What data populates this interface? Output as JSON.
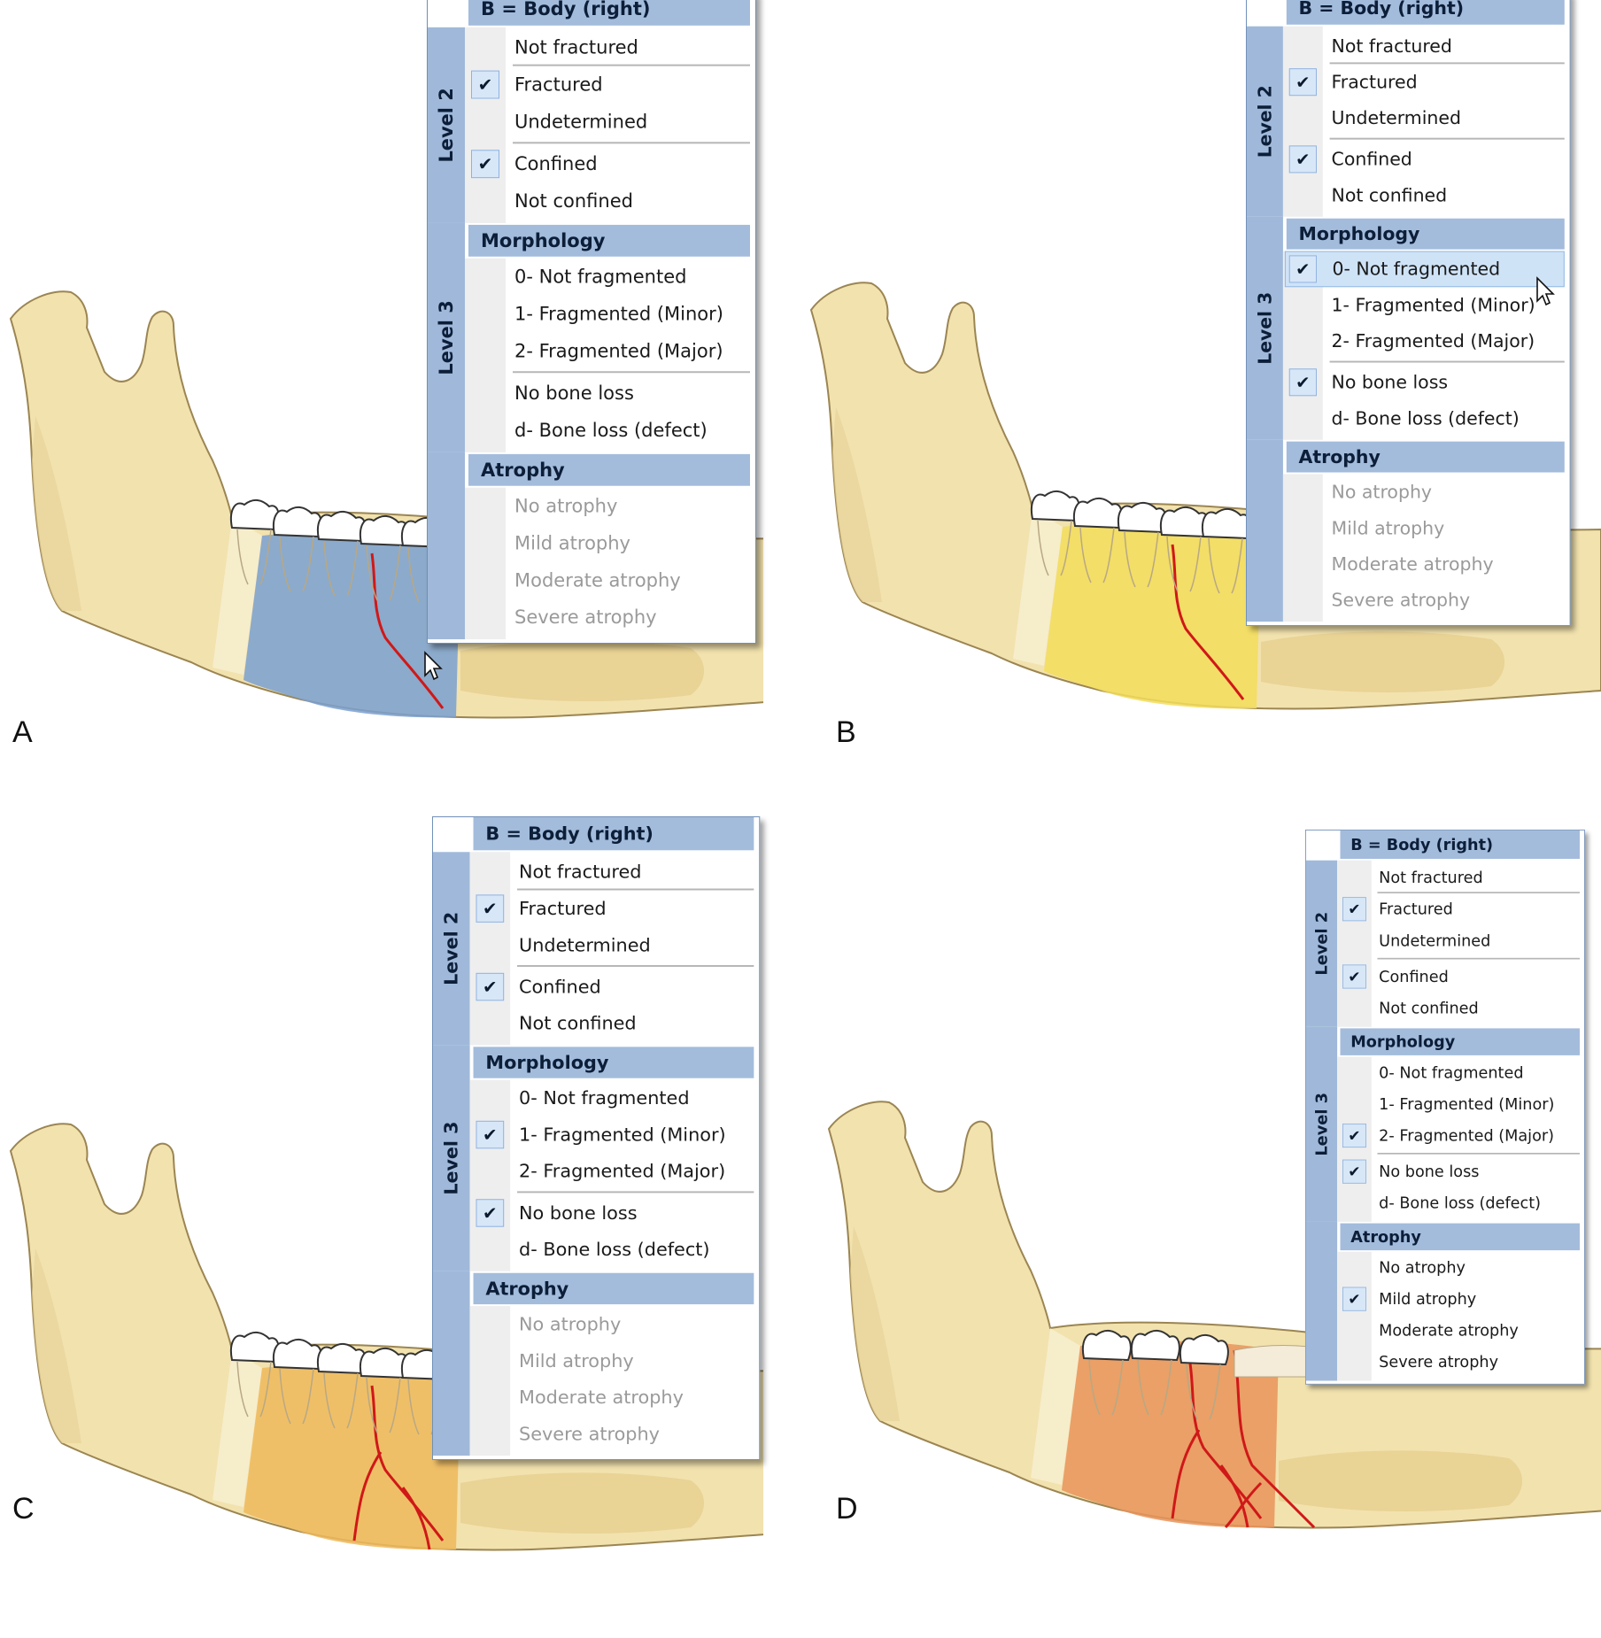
{
  "labels": [
    "A",
    "B",
    "C",
    "D"
  ],
  "menu": {
    "title": "B = Body (right)",
    "level2_label": "Level 2",
    "level3_label": "Level 3",
    "level2_items": [
      "Not fractured",
      "Fractured",
      "Undetermined",
      "Confined",
      "Not confined"
    ],
    "morphology_header": "Morphology",
    "morphology_items": [
      "0- Not fragmented",
      "1- Fragmented (Minor)",
      "2- Fragmented (Major)",
      "No bone loss",
      "d- Bone loss (defect)"
    ],
    "atrophy_header": "Atrophy",
    "atrophy_items": [
      "No atrophy",
      "Mild atrophy",
      "Moderate atrophy",
      "Severe atrophy"
    ]
  },
  "panels": [
    {
      "letter": "A",
      "region_color": "#7aa0d0",
      "checked": [
        "Fractured",
        "Confined"
      ],
      "atrophy_enabled": false,
      "highlighted": "",
      "cursor": true
    },
    {
      "letter": "B",
      "region_color": "#f3dd5a",
      "checked": [
        "Fractured",
        "Confined",
        "0- Not fragmented",
        "No bone loss"
      ],
      "atrophy_enabled": false,
      "highlighted": "0- Not fragmented",
      "cursor": true
    },
    {
      "letter": "C",
      "region_color": "#efb95a",
      "checked": [
        "Fractured",
        "Confined",
        "1- Fragmented (Minor)",
        "No bone loss"
      ],
      "atrophy_enabled": false,
      "highlighted": "",
      "cursor": false
    },
    {
      "letter": "D",
      "region_color": "#e9945a",
      "checked": [
        "Fractured",
        "Confined",
        "2- Fragmented (Major)",
        "No bone loss",
        "Mild atrophy"
      ],
      "atrophy_enabled": true,
      "highlighted": "",
      "cursor": false
    }
  ]
}
